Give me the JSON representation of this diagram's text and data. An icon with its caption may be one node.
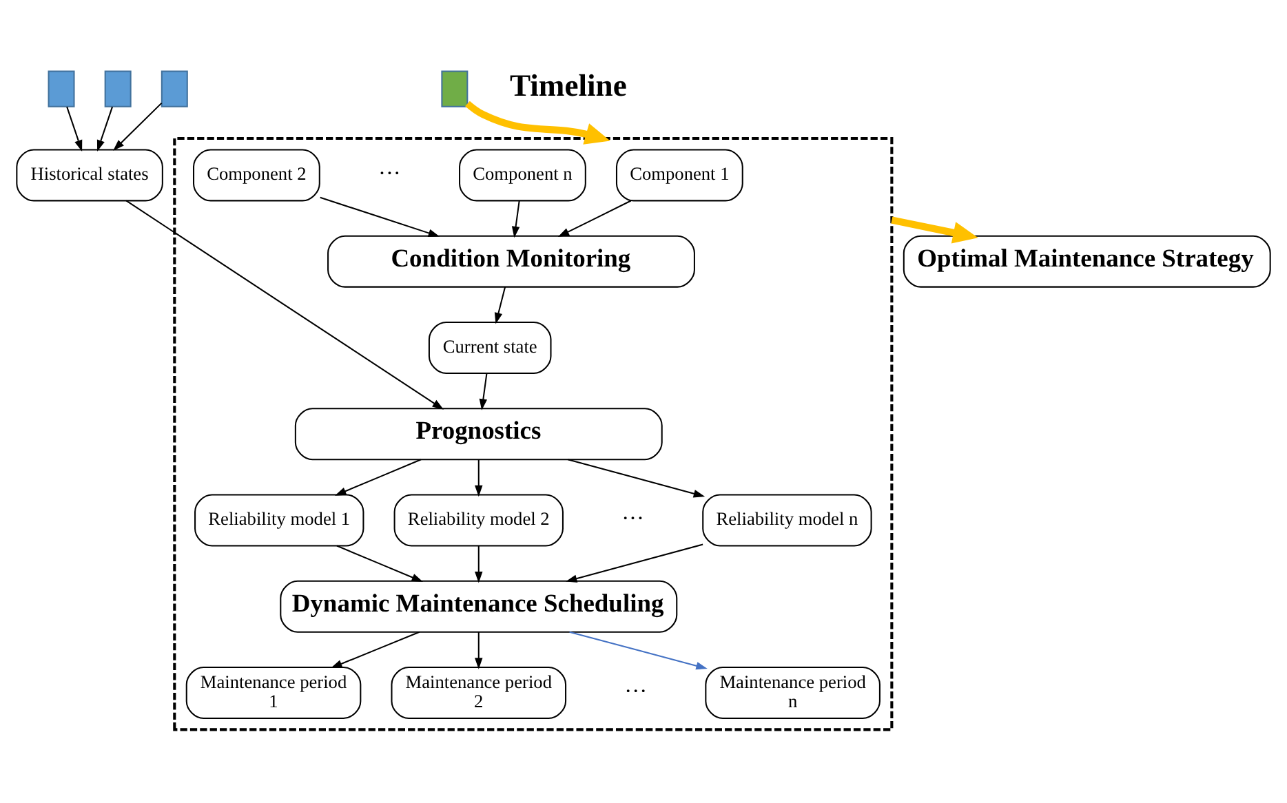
{
  "diagram": {
    "nodes": [
      {
        "text": [],
        "shape": "box"
      },
      {
        "text": [],
        "shape": "box"
      },
      {
        "text": [],
        "shape": "box"
      },
      {
        "text": [],
        "shape": "box"
      },
      {
        "text": [],
        "shape": "box"
      },
      {
        "text": [
          "Component 1"
        ],
        "in": 4
      },
      {
        "text": [
          "Component 2"
        ],
        "in": 4
      },
      {
        "text": [
          "Component n"
        ],
        "in": 4
      },
      {
        "text": [
          "Condition Monitoring"
        ],
        "in": 4
      },
      {
        "text": [
          "Historical states"
        ]
      },
      {
        "text": [
          "Current state"
        ],
        "in": 4
      },
      {
        "text": [
          "Prognostics"
        ],
        "in": 4
      },
      {
        "text": [
          "Reliability model 1"
        ],
        "in": 4
      },
      {
        "text": [
          "Reliability model 2"
        ],
        "in": 4
      },
      {
        "text": [
          "Reliability model n"
        ],
        "in": 4
      },
      {
        "text": [
          "Dynamic Maintenance Scheduling"
        ],
        "in": 4
      },
      {
        "text": [
          "Maintenance period 1"
        ],
        "in": 4
      },
      {
        "text": [
          "Maintenance period 2"
        ],
        "in": 4
      },
      {
        "text": [
          "Maintenance period n"
        ],
        "in": 4
      },
      {
        "text": [
          "Optimal Maintenance Strategy"
        ]
      }
    ],
    "edges": [
      {
        "from": 0,
        "to": 9,
        "arrow": "to"
      },
      {
        "from": 1,
        "to": 9,
        "arrow": "to"
      },
      {
        "from": 2,
        "to": 9,
        "arrow": "to"
      },
      {
        "from": 3,
        "to": 4,
        "arrow": "to",
        "style": "thick",
        "color": "#ffc000"
      },
      {
        "from": 5,
        "to": 8,
        "arrow": "to"
      },
      {
        "from": 6,
        "to": 8,
        "arrow": "to"
      },
      {
        "from": 7,
        "to": 8,
        "arrow": "to"
      },
      {
        "from": 8,
        "to": 10,
        "arrow": "to"
      },
      {
        "from": 10,
        "to": 11,
        "arrow": "to"
      },
      {
        "from": 9,
        "to": 11,
        "arrow": "to"
      },
      {
        "from": 11,
        "to": 12,
        "arrow": "to"
      },
      {
        "from": 11,
        "to": 13,
        "arrow": "to"
      },
      {
        "from": 11,
        "to": 14,
        "arrow": "to"
      },
      {
        "from": 12,
        "to": 15,
        "arrow": "to"
      },
      {
        "from": 13,
        "to": 15,
        "arrow": "to"
      },
      {
        "from": 14,
        "to": 15,
        "arrow": "to"
      },
      {
        "from": 15,
        "to": 16,
        "arrow": "to"
      },
      {
        "from": 15,
        "to": 17,
        "arrow": "to"
      },
      {
        "from": 15,
        "to": 18,
        "arrow": "to",
        "color": "#4472c4"
      },
      {
        "from": 4,
        "to": 19,
        "arrow": "to",
        "style": "thick",
        "color": "#ffc000"
      }
    ],
    "labels": [
      "Timeline",
      "···",
      "···",
      "···"
    ]
  }
}
